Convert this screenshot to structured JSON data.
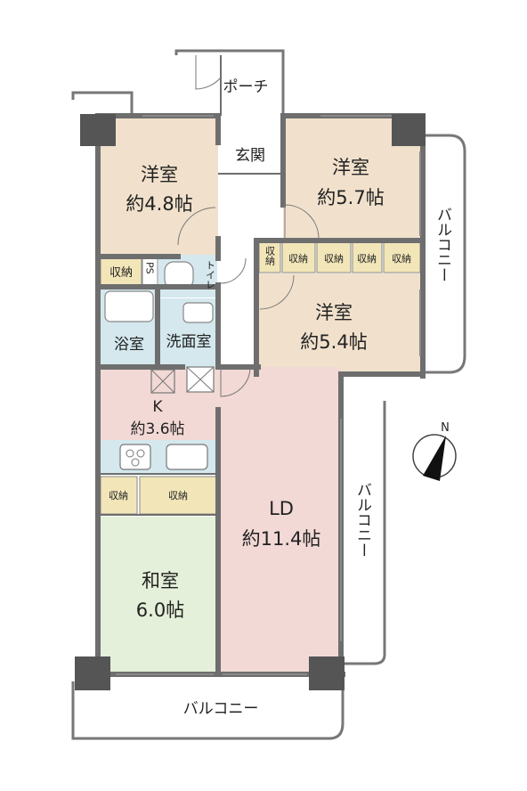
{
  "rooms": {
    "west_bedroom": {
      "name": "洋室",
      "size": "約4.8帖"
    },
    "east_bedroom": {
      "name": "洋室",
      "size": "約5.7帖"
    },
    "mid_bedroom": {
      "name": "洋室",
      "size": "約5.4帖"
    },
    "kitchen": {
      "name": "K",
      "size": "約3.6帖"
    },
    "living_dining": {
      "name": "LD",
      "size": "約11.4帖"
    },
    "washitsu": {
      "name": "和室",
      "size": "6.0帖"
    },
    "bathroom": {
      "name": "浴室"
    },
    "washroom": {
      "name": "洗面室"
    },
    "toilet": {
      "name": "トイレ"
    },
    "entrance": {
      "name": "玄関"
    },
    "porch": {
      "name": "ポーチ"
    },
    "ps": {
      "name": "PS"
    }
  },
  "storage": {
    "label": "収納",
    "label_vertical": "収納"
  },
  "balconies": {
    "east_upper": "バルコニー",
    "east_lower": "バルコニー",
    "south": "バルコニー"
  },
  "compass": {
    "north": "N"
  },
  "colors": {
    "bedroom": "#f1e1cc",
    "living": "#f2d9d5",
    "washitsu": "#e4f0d9",
    "storage": "#f2e6b9",
    "wet": "#d4e8ee",
    "wall": "#6e6e6e",
    "column": "#555555"
  }
}
